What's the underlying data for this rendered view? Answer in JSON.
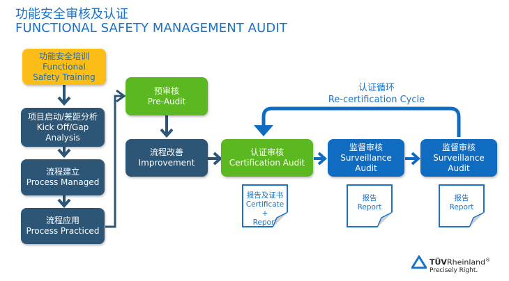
{
  "header": {
    "title_cn": "功能安全审核及认证",
    "title_en": "FUNCTIONAL SAFETY MANAGEMENT AUDIT"
  },
  "colors": {
    "title": "#1a73c8",
    "training": "#fcbe16",
    "process_steps": "#2c5576",
    "audit_green": "#5cb821",
    "surveillance_blue": "#0f6cc1"
  },
  "steps": {
    "training": {
      "cn": "功能安全培训",
      "en": "Functional Safety Training"
    },
    "kickoff": {
      "cn": "项目启动/差距分析",
      "en1": "Kick Off/Gap",
      "en2": "Analysis"
    },
    "managed": {
      "cn": "流程建立",
      "en": "Process Managed"
    },
    "practiced": {
      "cn": "流程应用",
      "en": "Process Practiced"
    },
    "preaudit": {
      "cn": "预审核",
      "en": "Pre-Audit"
    },
    "improvement": {
      "cn": "流程改善",
      "en": "Improvement"
    },
    "certification": {
      "cn": "认证审核",
      "en": "Certification Audit"
    },
    "surveillance1": {
      "cn": "监督审核",
      "en1": "Surveillance",
      "en2": "Audit"
    },
    "surveillance2": {
      "cn": "监督审核",
      "en1": "Surveillance",
      "en2": "Audit"
    }
  },
  "cycle": {
    "cn": "认证循环",
    "en": "Re-certification Cycle"
  },
  "documents": [
    {
      "cn": "报告及证书",
      "en1": "Certificate",
      "en2": "+",
      "en3": "Report"
    },
    {
      "cn": "报告",
      "en1": "Report"
    },
    {
      "cn": "报告",
      "en1": "Report"
    }
  ],
  "logo": {
    "name_bold": "TÜV",
    "name_rest": "Rheinland",
    "reg": "®",
    "tagline": "Precisely Right."
  }
}
